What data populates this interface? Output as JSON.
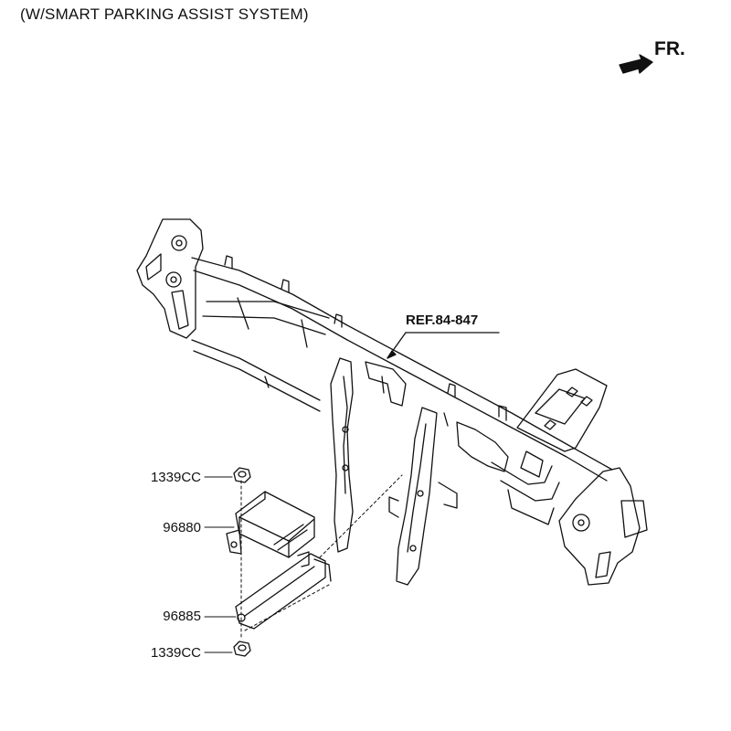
{
  "header": {
    "title": "(W/SMART PARKING ASSIST SYSTEM)",
    "front_indicator": {
      "label": "FR.",
      "icon": "front-direction-arrow-icon"
    }
  },
  "reference": {
    "label": "REF.84-847"
  },
  "parts": [
    {
      "number": "1339CC",
      "item": "nut-upper"
    },
    {
      "number": "96880",
      "item": "parking-assist-control-unit"
    },
    {
      "number": "96885",
      "item": "mounting-bracket"
    },
    {
      "number": "1339CC",
      "item": "nut-lower"
    }
  ],
  "colors": {
    "line": "#111111",
    "background": "#ffffff"
  }
}
